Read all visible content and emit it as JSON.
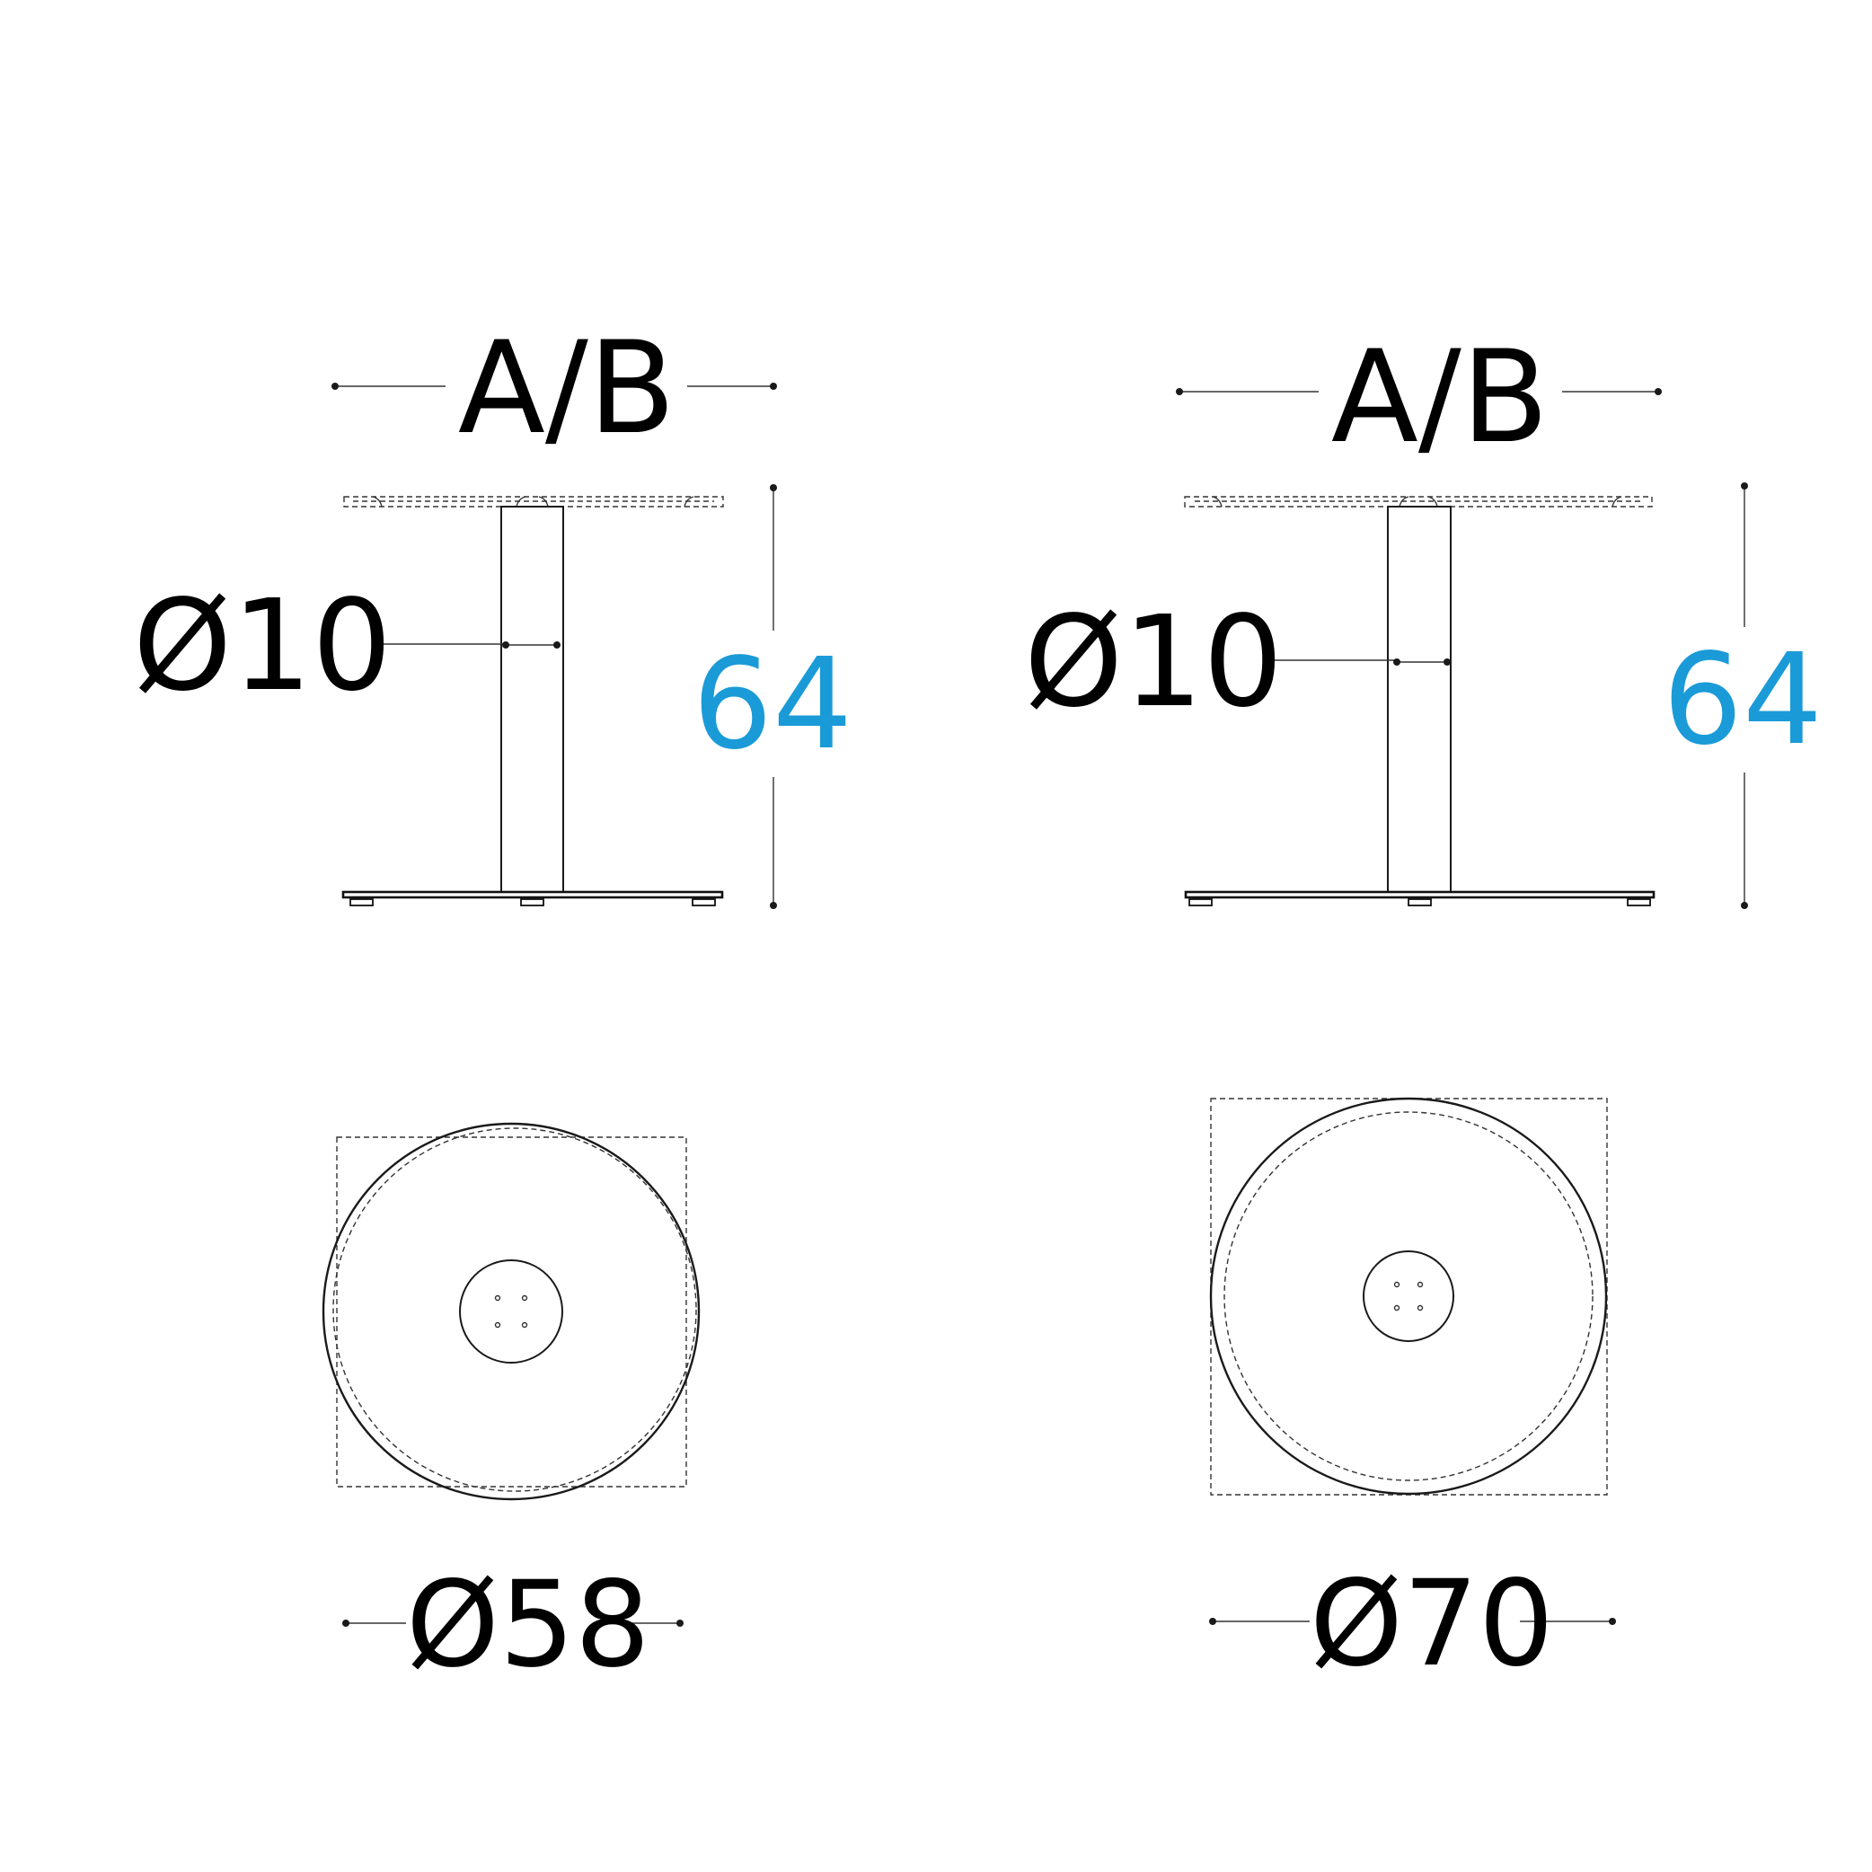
{
  "colors": {
    "line": "#1a1a1a",
    "accent": "#1a9bd7",
    "background": "#ffffff"
  },
  "left_model": {
    "width_label": "A/B",
    "column_diameter_label": "Ø10",
    "height_label": "64",
    "base_diameter_label": "Ø58"
  },
  "right_model": {
    "width_label": "A/B",
    "column_diameter_label": "Ø10",
    "height_label": "64",
    "base_diameter_label": "Ø70"
  }
}
